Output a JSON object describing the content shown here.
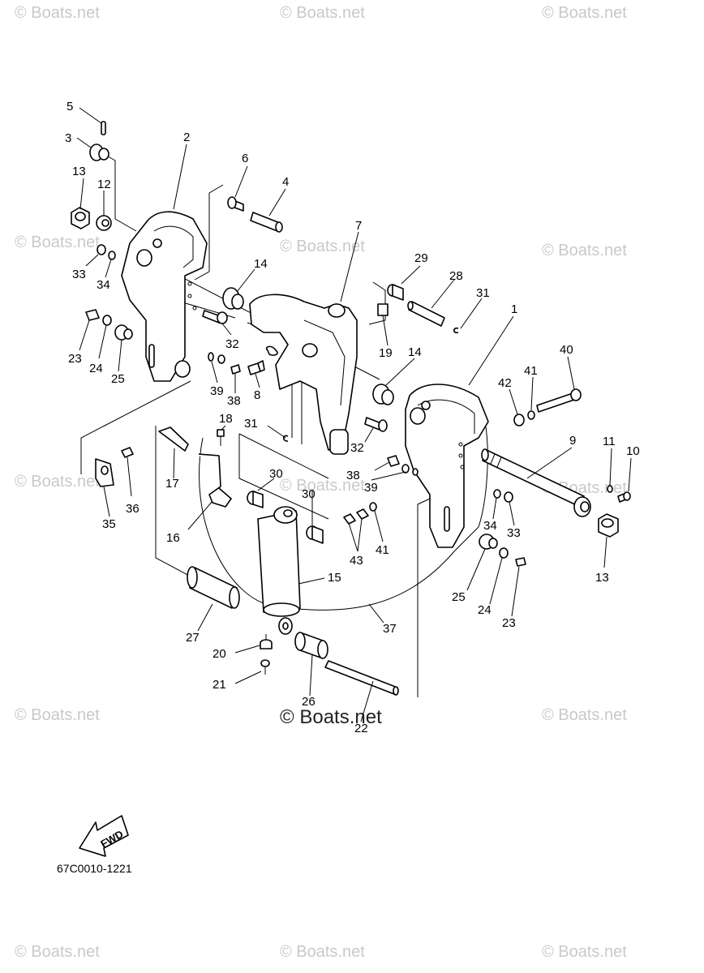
{
  "watermark": "© Boats.net",
  "center_watermark": "© Boats.net",
  "diagram_code": "67C0010-1221",
  "fwd_label": "FWD",
  "callouts": {
    "p5": "5",
    "p3": "3",
    "p13a": "13",
    "p12": "12",
    "p2": "2",
    "p33a": "33",
    "p34a": "34",
    "p6": "6",
    "p4": "4",
    "p14a": "14",
    "p7": "7",
    "p29": "29",
    "p28": "28",
    "p31a": "31",
    "p1": "1",
    "p23a": "23",
    "p24a": "24",
    "p25a": "25",
    "p32a": "32",
    "p19": "19",
    "p14b": "14",
    "p39a": "39",
    "p38a": "38",
    "p8": "8",
    "p40": "40",
    "p41a": "41",
    "p42": "42",
    "p18": "18",
    "p31b": "31",
    "p32b": "32",
    "p9": "9",
    "p11": "11",
    "p10": "10",
    "p35": "35",
    "p36": "36",
    "p17": "17",
    "p16": "16",
    "p30a": "30",
    "p30b": "30",
    "p38b": "38",
    "p39b": "39",
    "p34b": "34",
    "p33b": "33",
    "p13b": "13",
    "p43": "43",
    "p41b": "41",
    "p15": "15",
    "p25b": "25",
    "p24b": "24",
    "p23b": "23",
    "p27": "27",
    "p37": "37",
    "p20": "20",
    "p21": "21",
    "p26": "26",
    "p22": "22"
  }
}
